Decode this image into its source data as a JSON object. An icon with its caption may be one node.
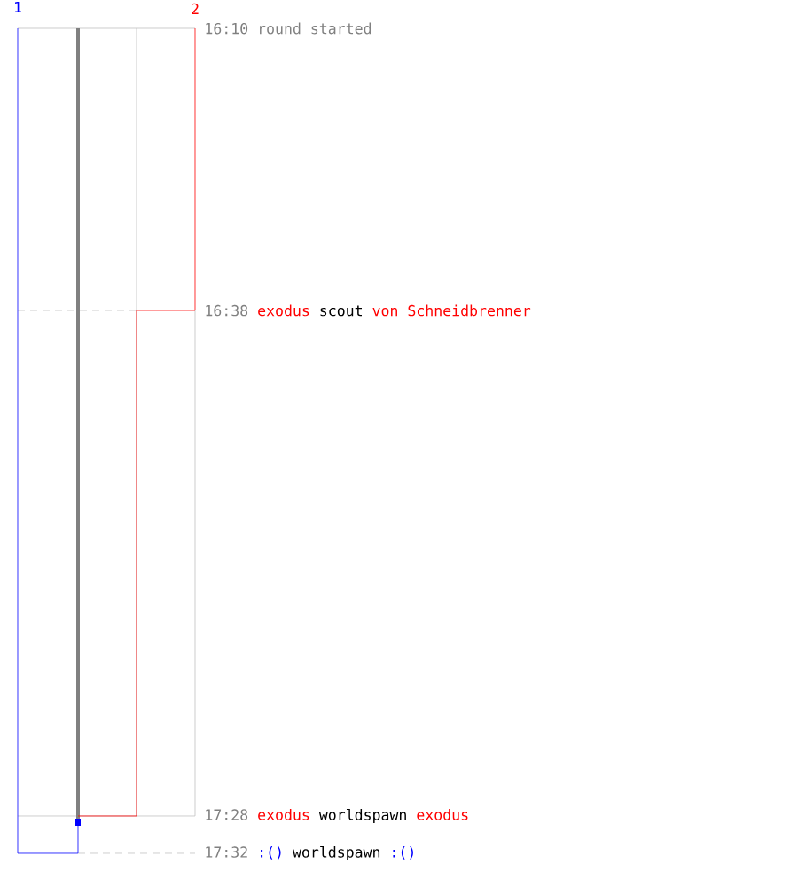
{
  "diagram": {
    "labels": [
      "1",
      "2",
      "16:10",
      "round started",
      "16:38",
      "exodus",
      "scout",
      "von Schneidbrenner",
      "17:28",
      "exodus",
      "worldspawn",
      "exodus",
      "17:32",
      ":()",
      "worldspawn",
      ":()"
    ]
  }
}
